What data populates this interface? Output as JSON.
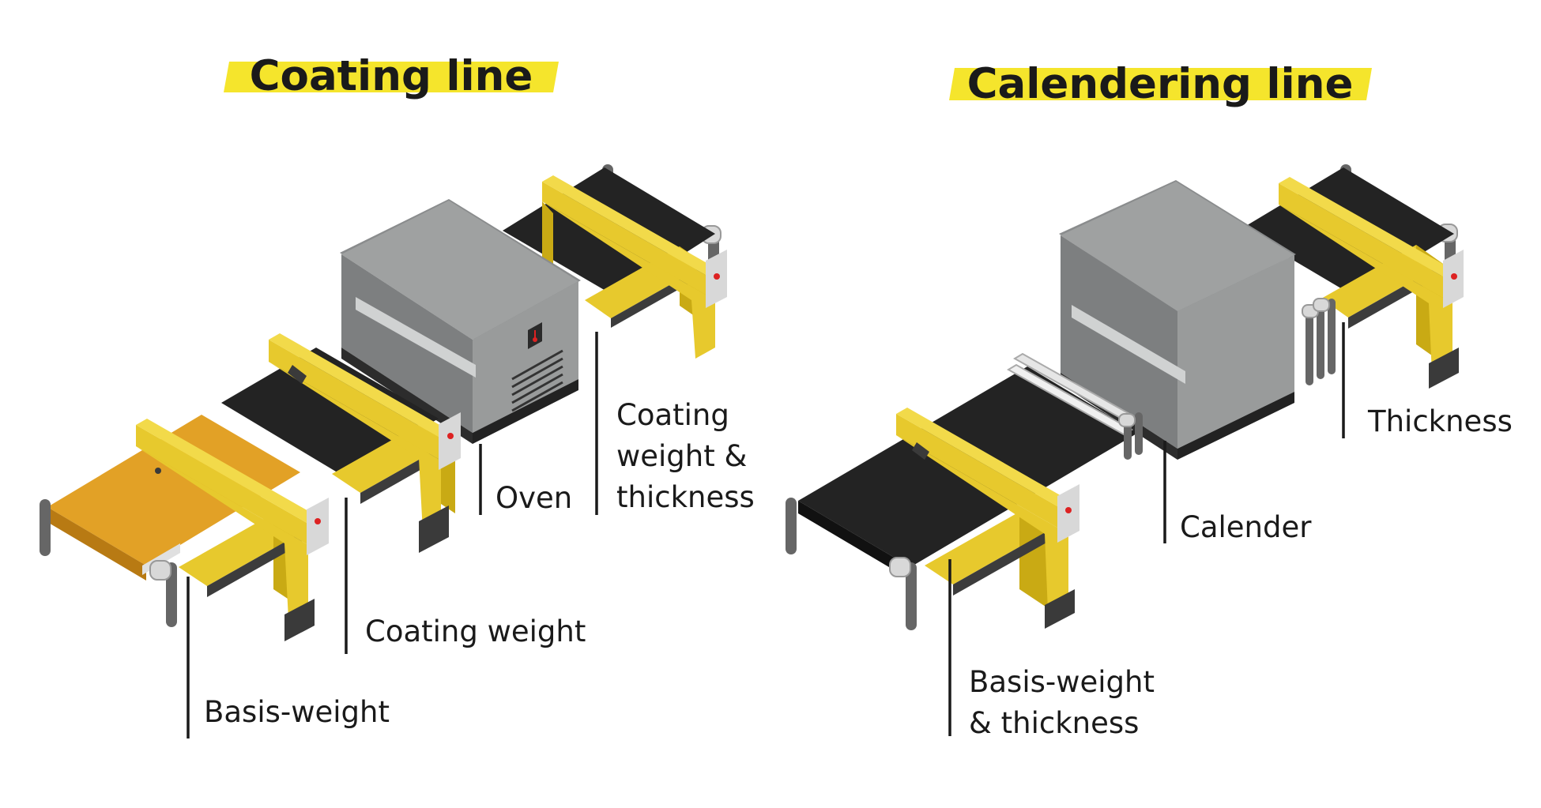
{
  "titles": {
    "coating": "Coating line",
    "calendering": "Calendering line"
  },
  "labels": {
    "basis_weight": "Basis-weight",
    "coating_weight": "Coating weight",
    "oven": "Oven",
    "coating_weight_thickness": [
      "Coating",
      "weight &",
      "thickness"
    ],
    "calender": "Calender",
    "thickness": "Thickness",
    "basis_weight_thickness": [
      "Basis-weight",
      "& thickness"
    ]
  },
  "colors": {
    "highlight": "#f5e52c",
    "gauge_yellow": "#e7c92d",
    "gauge_yellow_dark": "#c9aa14",
    "belt_black": "#232323",
    "belt_coated": "#e2a126",
    "box_grey": "#9a9c9c",
    "box_grey_dark": "#7d7f80",
    "text": "#1a1a1a"
  }
}
